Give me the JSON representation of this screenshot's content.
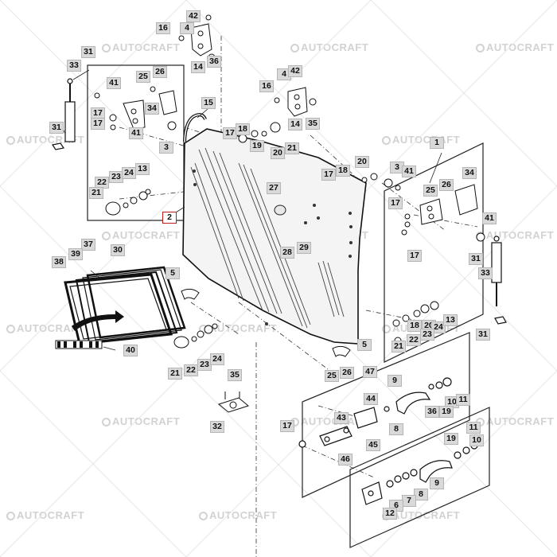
{
  "watermark": "AUTOCRAFT",
  "highlight_color": "#c41a1a",
  "label_bg": "#d9d9d9",
  "callouts": {
    "c42a": "42",
    "c16a": "16",
    "c4a": "4",
    "c36a": "36",
    "c14a": "14",
    "c31a": "31",
    "c33a": "33",
    "c41a": "41",
    "c25a": "25",
    "c26a": "26",
    "c17a": "17",
    "c34a": "34",
    "c17b": "17",
    "c41b": "41",
    "c31b": "31",
    "c15": "15",
    "c3a": "3",
    "c22a": "22",
    "c23a": "23",
    "c24a": "24",
    "c13a": "13",
    "c21a": "21",
    "c2": "2",
    "c30": "30",
    "c4b": "4",
    "c42b": "42",
    "c16b": "16",
    "c14b": "14",
    "c35a": "35",
    "c17c": "17",
    "c18a": "18",
    "c19a": "19",
    "c20a": "20",
    "c21b": "21",
    "c1": "1",
    "c20b": "20",
    "c18b": "18",
    "c17d": "17",
    "c3b": "3",
    "c41c": "41",
    "c27": "27",
    "c28": "28",
    "c29": "29",
    "c34b": "34",
    "c25b": "25",
    "c26b": "26",
    "c17e": "17",
    "c17f": "17",
    "c41d": "41",
    "c31c": "31",
    "c33b": "33",
    "c37": "37",
    "c39": "39",
    "c38": "38",
    "c40": "40",
    "c5a": "5",
    "c5b": "5",
    "c18c": "18",
    "c20c": "20",
    "c24b": "24",
    "c13b": "13",
    "c23b": "23",
    "c22b": "22",
    "c21c": "21",
    "c31d": "31",
    "c22c": "22",
    "c23c": "23",
    "c24c": "24",
    "c21d": "21",
    "c35b": "35",
    "c32": "32",
    "c25c": "25",
    "c26c": "26",
    "c47": "47",
    "c9a": "9",
    "c44": "44",
    "c36b": "36",
    "c10a": "10",
    "c11a": "11",
    "c8a": "8",
    "c17g": "17",
    "c43": "43",
    "c45": "45",
    "c46": "46",
    "c19b": "19",
    "c11b": "11",
    "c10b": "10",
    "c9b": "9",
    "c8b": "8",
    "c7": "7",
    "c6": "6",
    "c12": "12"
  }
}
